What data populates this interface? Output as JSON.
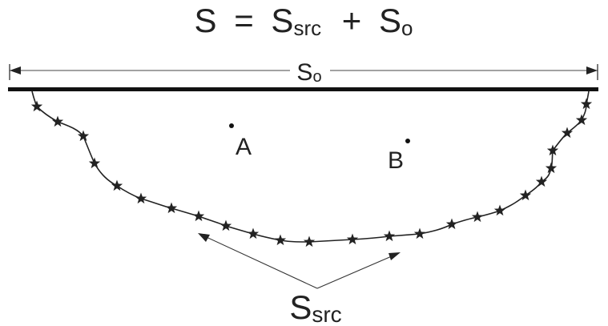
{
  "equation": {
    "s": "S",
    "eq": "=",
    "s_src_main": "S",
    "s_src_sub": "src",
    "plus": "+",
    "s_o_main": "S",
    "s_o_sub": "o"
  },
  "boundary_label": {
    "main": "S",
    "sub": "o"
  },
  "point_a": "A",
  "point_b": "B",
  "source_label": {
    "main": "S",
    "sub": "src"
  },
  "colors": {
    "ink": "#222222",
    "background": "#ffffff"
  }
}
